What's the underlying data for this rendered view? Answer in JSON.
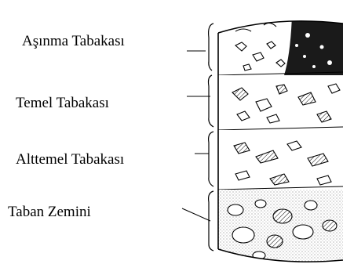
{
  "diagram": {
    "layers": [
      {
        "label": "Aşınma Tabakası"
      },
      {
        "label": "Temel Tabakası"
      },
      {
        "label": "Alttemel Tabakası"
      },
      {
        "label": "Taban Zemini"
      }
    ],
    "colors": {
      "ink": "#000000",
      "paper": "#ffffff",
      "asphalt_dark": "#1a1a1a",
      "subgrade_stipple": "#9a9a9a"
    }
  }
}
